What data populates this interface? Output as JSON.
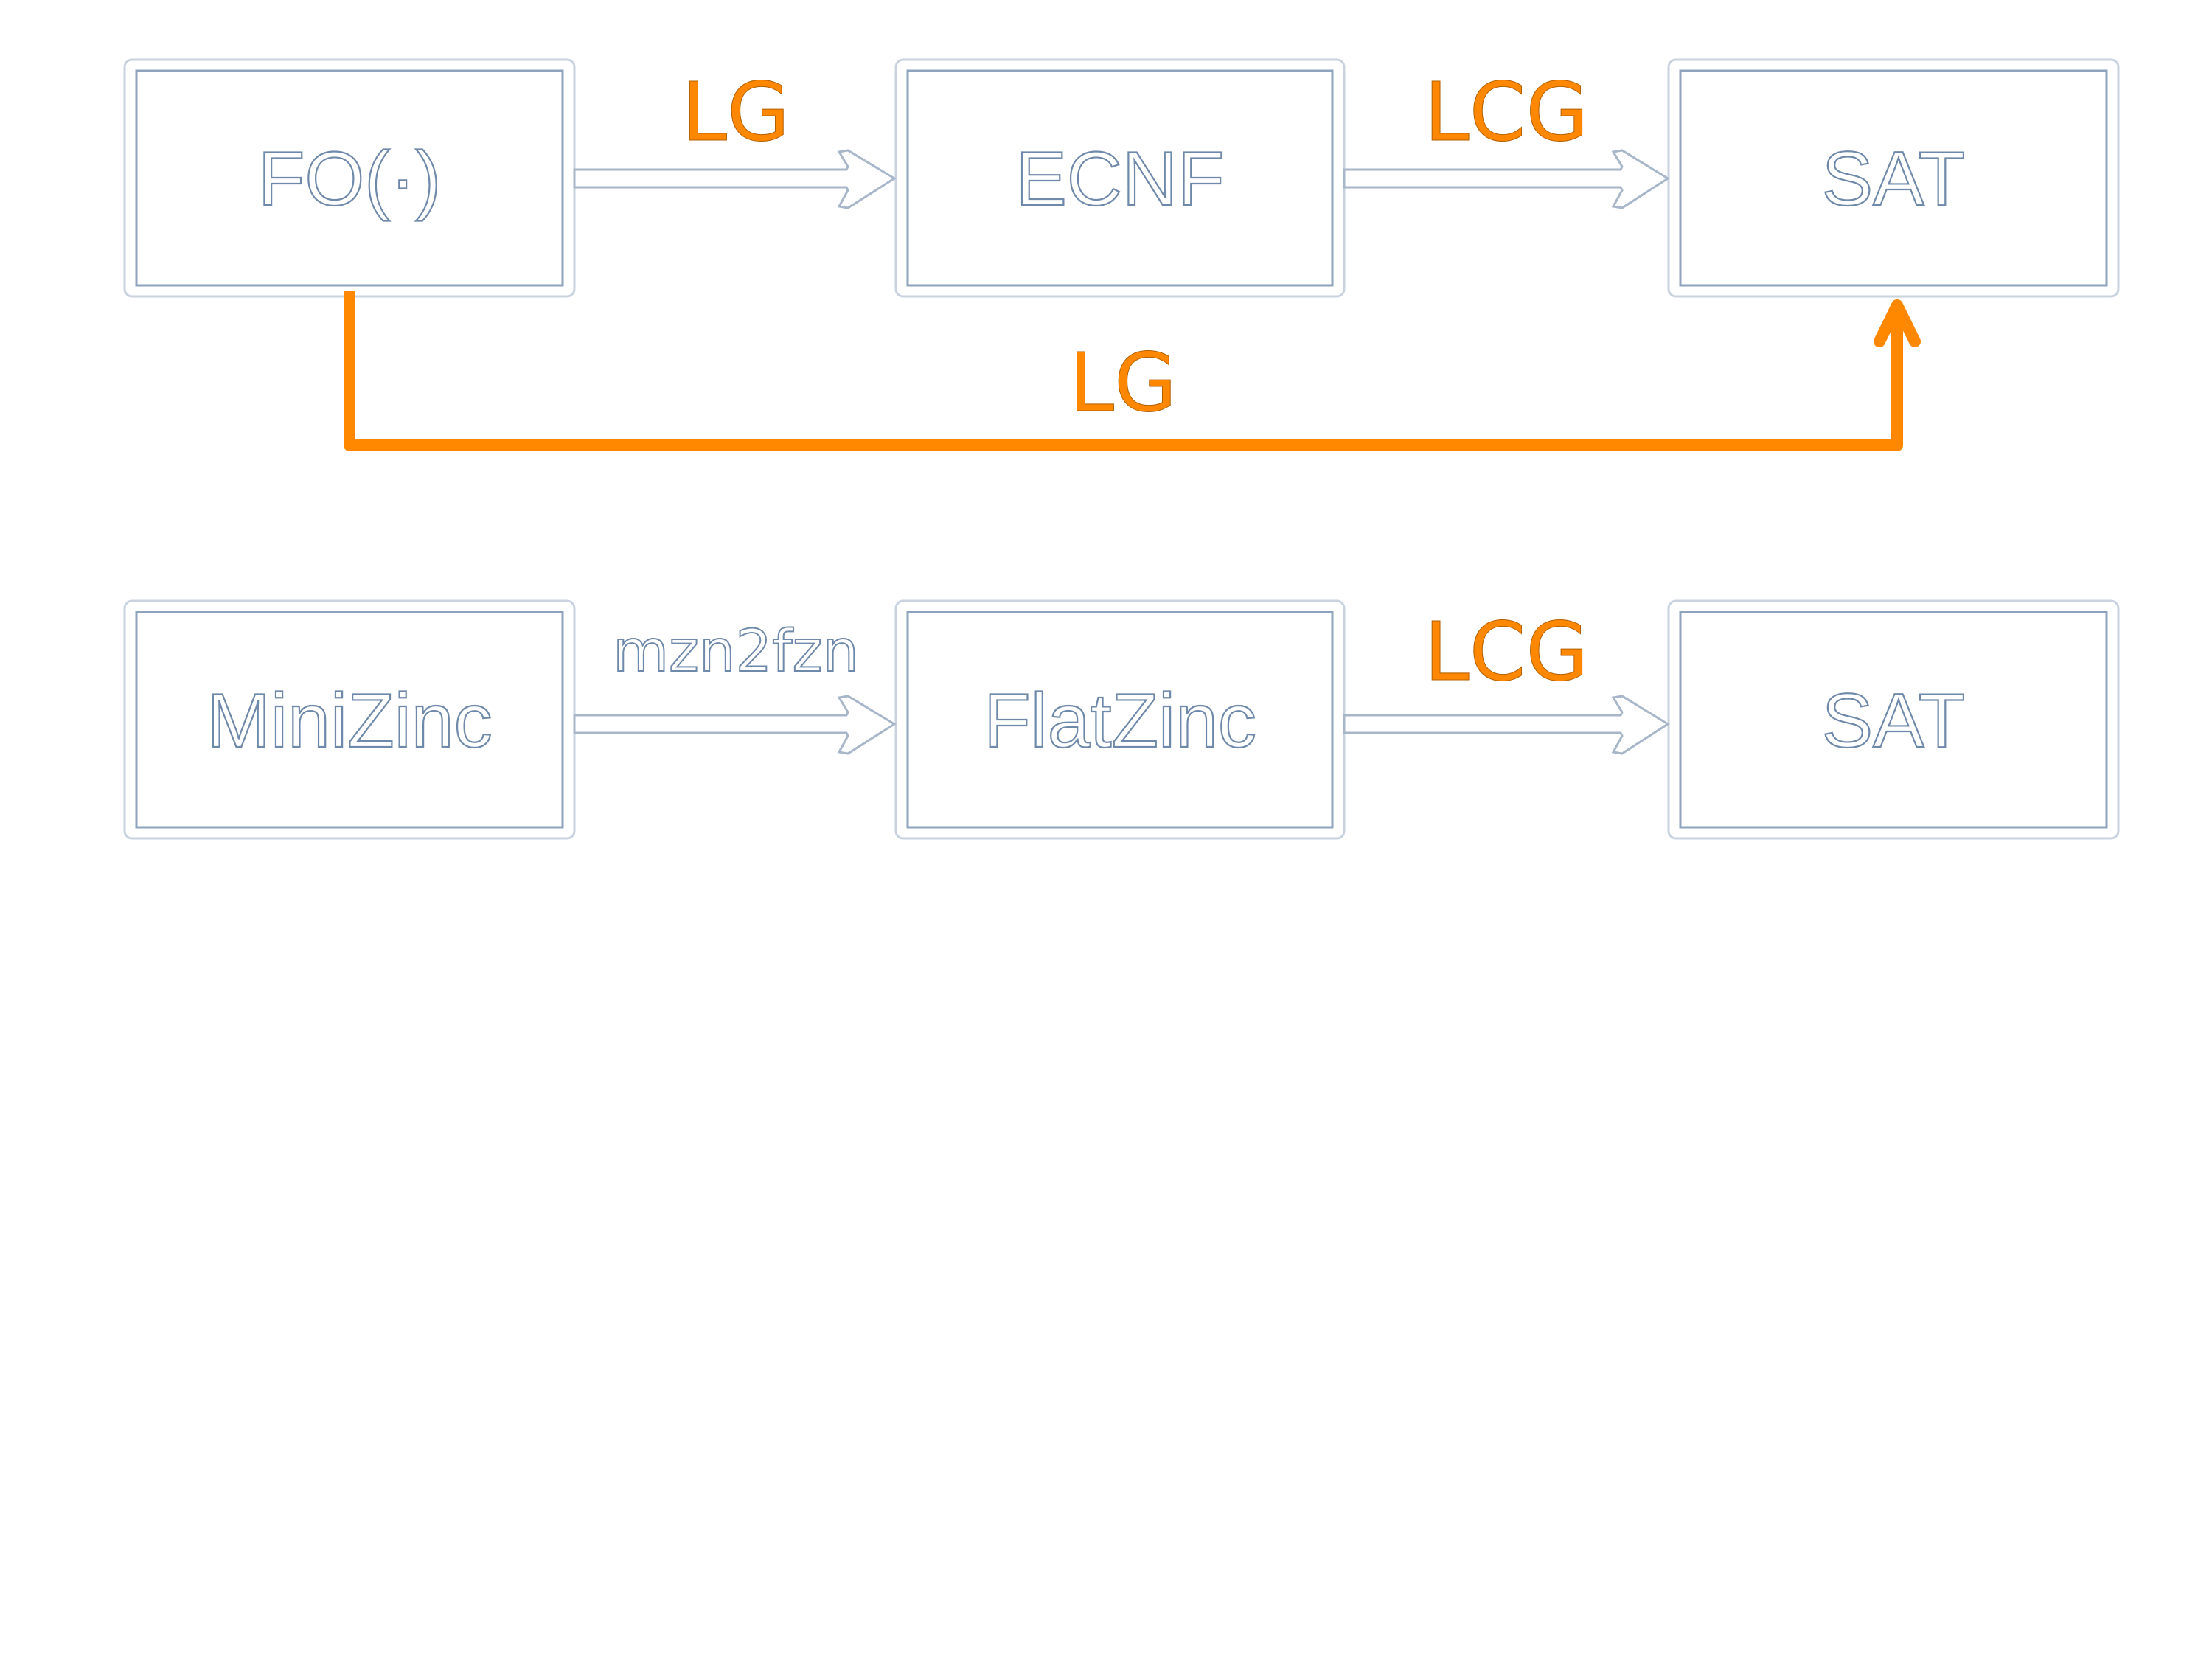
{
  "diagram": {
    "accent_color": "#ff8800",
    "rows": [
      {
        "nodes": [
          {
            "id": "fo",
            "label": "FO(·)"
          },
          {
            "id": "ecnf",
            "label": "ECNF"
          },
          {
            "id": "sat1",
            "label": "SAT"
          }
        ],
        "edges": [
          {
            "from": "fo",
            "to": "ecnf",
            "label": "LG",
            "highlight": true
          },
          {
            "from": "ecnf",
            "to": "sat1",
            "label": "LCG",
            "highlight": true
          },
          {
            "from": "fo",
            "to": "sat1",
            "label": "LG",
            "highlight": true,
            "style": "bold-orange-elbow"
          }
        ]
      },
      {
        "nodes": [
          {
            "id": "minizinc",
            "label": "MiniZinc"
          },
          {
            "id": "flatzinc",
            "label": "FlatZinc"
          },
          {
            "id": "sat2",
            "label": "SAT"
          }
        ],
        "edges": [
          {
            "from": "minizinc",
            "to": "flatzinc",
            "label": "mzn2fzn",
            "highlight": false
          },
          {
            "from": "flatzinc",
            "to": "sat2",
            "label": "LCG",
            "highlight": true
          }
        ]
      }
    ]
  }
}
